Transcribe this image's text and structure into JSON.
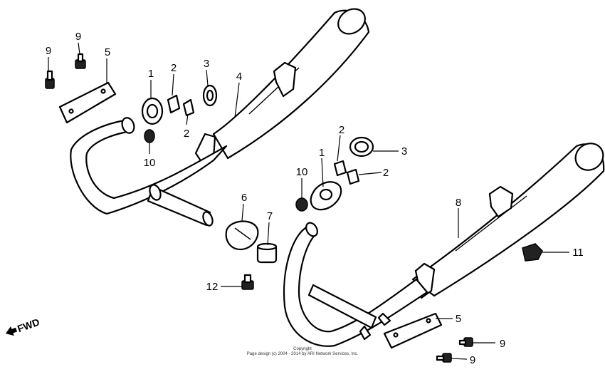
{
  "callouts": [
    {
      "id": "c9a",
      "label": "9"
    },
    {
      "id": "c9b",
      "label": "9"
    },
    {
      "id": "c5a",
      "label": "5"
    },
    {
      "id": "c1a",
      "label": "1"
    },
    {
      "id": "c2a",
      "label": "2"
    },
    {
      "id": "c3a",
      "label": "3"
    },
    {
      "id": "c4",
      "label": "4"
    },
    {
      "id": "c2b",
      "label": "2"
    },
    {
      "id": "c10a",
      "label": "10"
    },
    {
      "id": "c2c",
      "label": "2"
    },
    {
      "id": "c3b",
      "label": "3"
    },
    {
      "id": "c1b",
      "label": "1"
    },
    {
      "id": "c10b",
      "label": "10"
    },
    {
      "id": "c2d",
      "label": "2"
    },
    {
      "id": "c6",
      "label": "6"
    },
    {
      "id": "c7",
      "label": "7"
    },
    {
      "id": "c8",
      "label": "8"
    },
    {
      "id": "c11",
      "label": "11"
    },
    {
      "id": "c12",
      "label": "12"
    },
    {
      "id": "c5b",
      "label": "5"
    },
    {
      "id": "c9c",
      "label": "9"
    },
    {
      "id": "c9d",
      "label": "9"
    }
  ],
  "fwd_label": "FWD",
  "copyright": {
    "line1": "Copyright",
    "line2": "Page design (c) 2004 - 2014 by ARI Network Services, Inc."
  }
}
